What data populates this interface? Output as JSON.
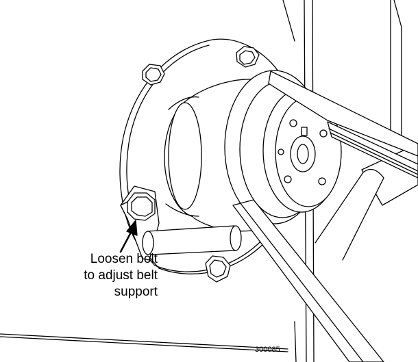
{
  "figure": {
    "callout_lines": [
      "Loosen bolt",
      "to adjust belt",
      "support"
    ],
    "figure_number": "300085"
  },
  "colors": {
    "line": "#000000",
    "fill_light": "#ffffff",
    "fill_shade": "#e6e6e6"
  },
  "icons": {
    "arrow": "callout-arrow",
    "bolt": "hex-bolt"
  }
}
